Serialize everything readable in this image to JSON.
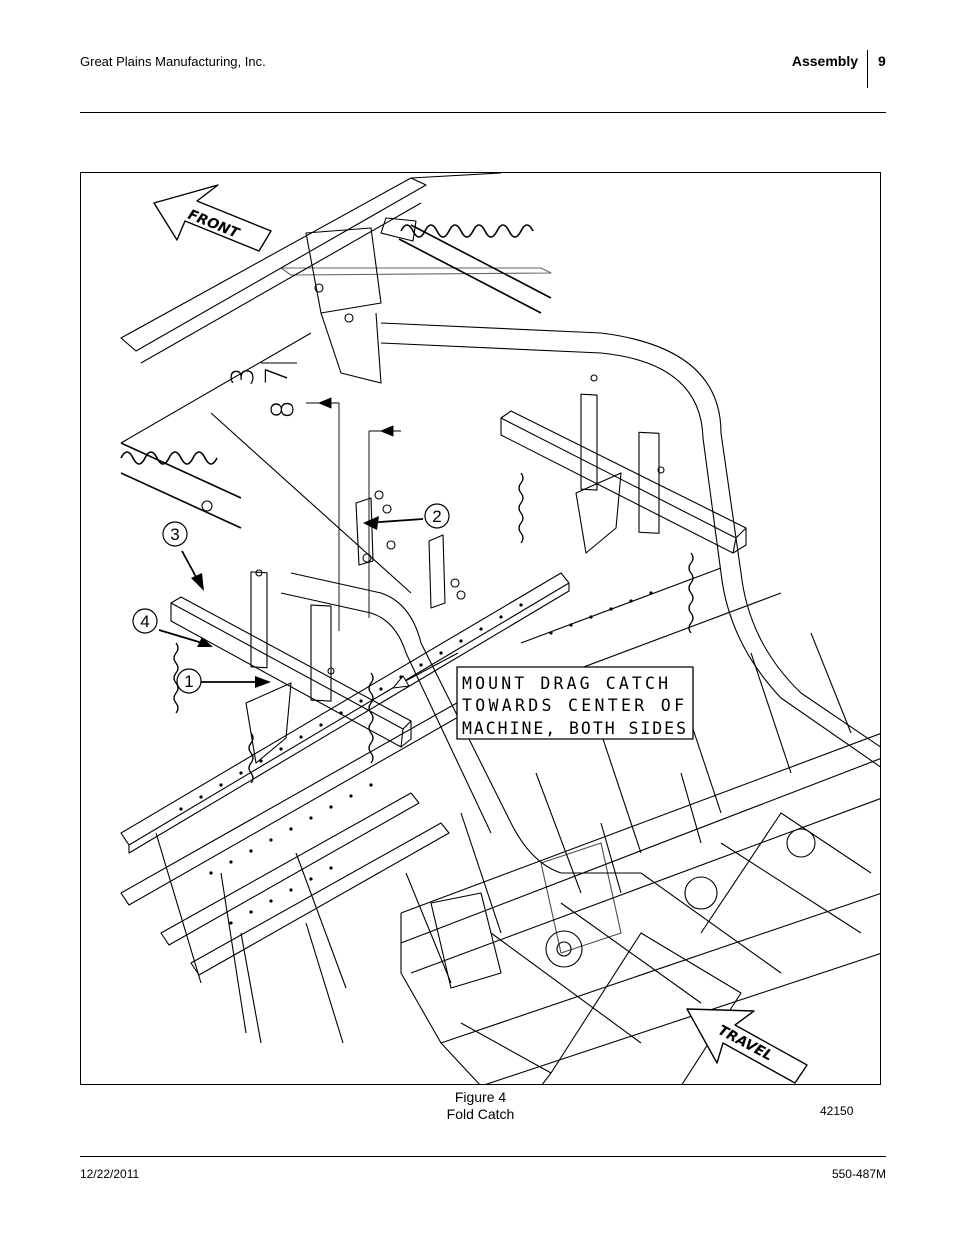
{
  "header": {
    "company": "Great Plains Manufacturing, Inc.",
    "section": "Assembly",
    "page_number": "9"
  },
  "figure": {
    "arrow_front": "FRONT",
    "arrow_travel": "TRAVEL",
    "dimension": {
      "whole": "3",
      "num": "7",
      "den": "8"
    },
    "callouts": [
      {
        "label": "1"
      },
      {
        "label": "2"
      },
      {
        "label": "3"
      },
      {
        "label": "4"
      }
    ],
    "note_lines": [
      "MOUNT DRAG CATCH",
      "TOWARDS CENTER OF",
      "MACHINE, BOTH SIDES"
    ],
    "caption_number": "Figure 4",
    "caption_title": "Fold Catch",
    "figure_id": "42150"
  },
  "footer": {
    "date": "12/22/2011",
    "doc_number": "550-487M"
  }
}
